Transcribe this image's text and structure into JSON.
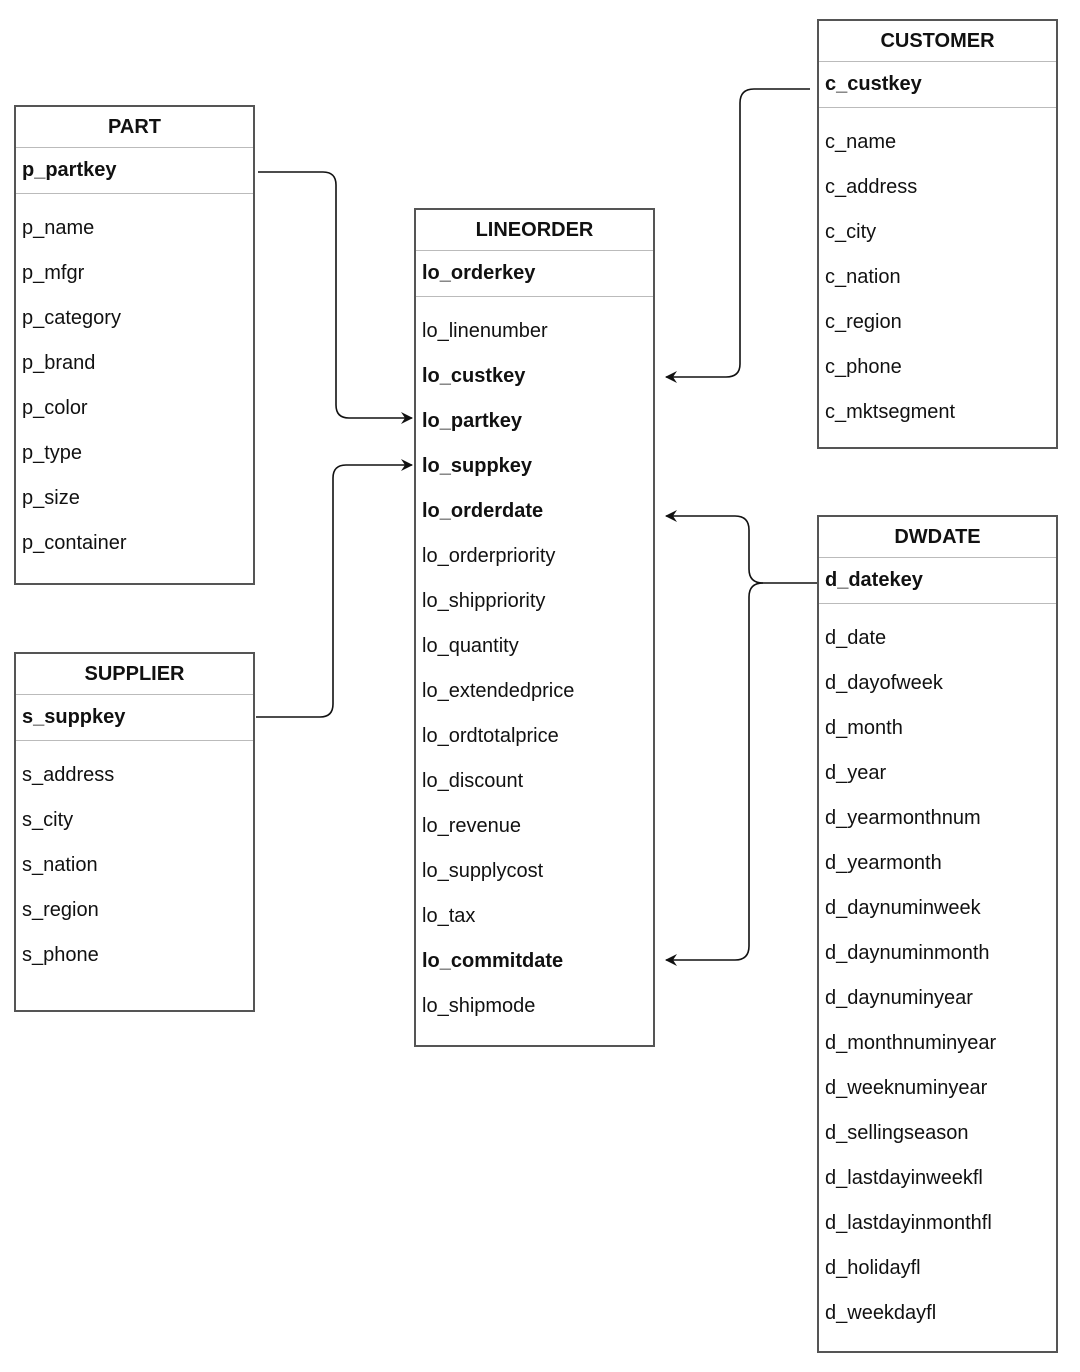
{
  "customer": {
    "title": "CUSTOMER",
    "key": "c_custkey",
    "fields": [
      "c_name",
      "c_address",
      "c_city",
      "c_nation",
      "c_region",
      "c_phone",
      "c_mktsegment"
    ]
  },
  "part": {
    "title": "PART",
    "key": "p_partkey",
    "fields": [
      "p_name",
      "p_mfgr",
      "p_category",
      "p_brand",
      "p_color",
      "p_type",
      "p_size",
      "p_container"
    ]
  },
  "lineorder": {
    "title": "LINEORDER",
    "key": "lo_orderkey",
    "fields": [
      "lo_linenumber",
      "lo_custkey",
      "lo_partkey",
      "lo_suppkey",
      "lo_orderdate",
      "lo_orderpriority",
      "lo_shippriority",
      "lo_quantity",
      "lo_extendedprice",
      "lo_ordtotalprice",
      "lo_discount",
      "lo_revenue",
      "lo_supplycost",
      "lo_tax",
      "lo_commitdate",
      "lo_shipmode"
    ]
  },
  "supplier": {
    "title": "SUPPLIER",
    "key": "s_suppkey",
    "fields": [
      "s_address",
      "s_city",
      "s_nation",
      "s_region",
      "s_phone"
    ]
  },
  "dwdate": {
    "title": "DWDATE",
    "key": "d_datekey",
    "fields": [
      "d_date",
      "d_dayofweek",
      "d_month",
      "d_year",
      "d_yearmonthnum",
      "d_yearmonth",
      "d_daynuminweek",
      "d_daynuminmonth",
      "d_daynuminyear",
      "d_monthnuminyear",
      "d_weeknuminyear",
      "d_sellingseason",
      "d_lastdayinweekfl",
      "d_lastdayinmonthfl",
      "d_holidayfl",
      "d_weekdayfl"
    ]
  }
}
